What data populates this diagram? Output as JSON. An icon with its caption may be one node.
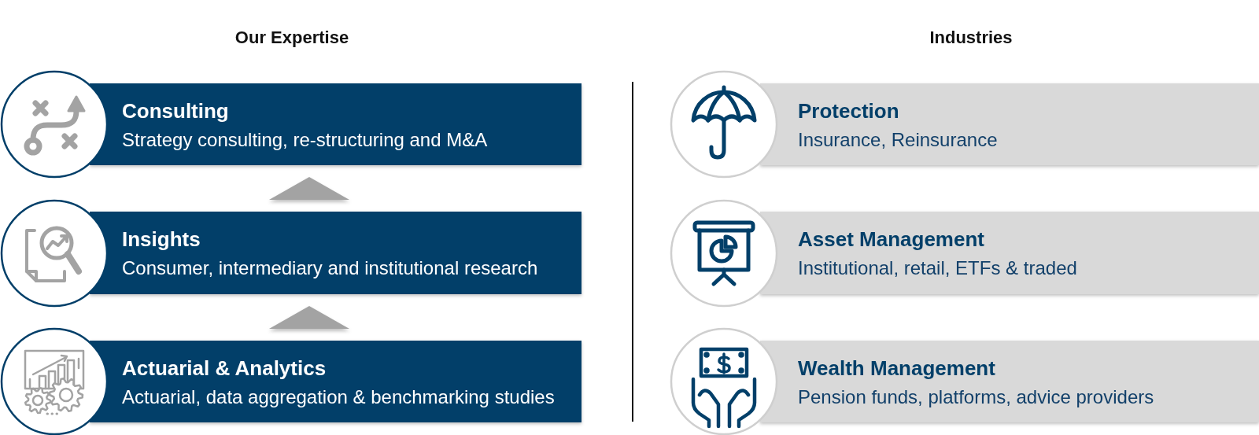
{
  "diagram": {
    "nodes": [
      {
        "text": [
          "Consulting",
          "Strategy consulting, re-structuring and M&A"
        ]
      },
      {
        "text": [
          "Insights",
          "Consumer, intermediary and institutional research"
        ]
      },
      {
        "text": [
          "Actuarial & Analytics",
          "Actuarial, data aggregation & benchmarking studies"
        ]
      },
      {
        "text": [
          "Protection",
          "Insurance, Reinsurance"
        ]
      },
      {
        "text": [
          "Asset Management",
          "Institutional, retail, ETFs & traded"
        ]
      },
      {
        "text": [
          "Wealth Management",
          "Pension funds, platforms, advice providers"
        ]
      }
    ],
    "edges": [
      {
        "from": 2,
        "to": 1,
        "arrow": "to"
      },
      {
        "from": 1,
        "to": 0,
        "arrow": "to"
      }
    ],
    "labels": [
      "Our Expertise",
      "Industries"
    ]
  }
}
